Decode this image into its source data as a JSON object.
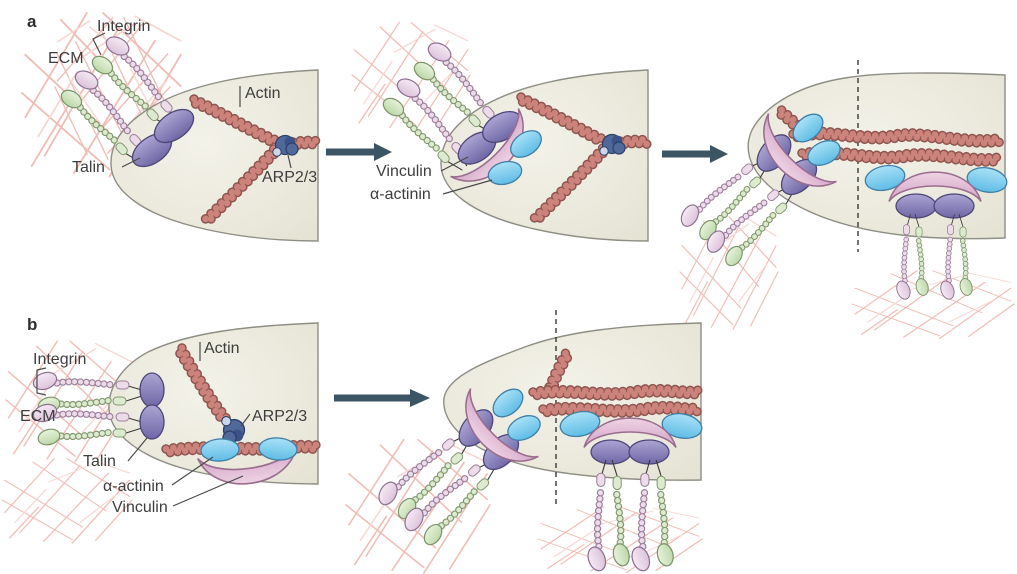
{
  "colors": {
    "background": "#ffffff",
    "cell_fill": "#ebe9dc",
    "cell_outline": "#8e8e85",
    "ecm_mesh_pink": "#eeb2a8",
    "actin_bead": "#cb837b",
    "actin_outline": "#8e544e",
    "integrin_alpha_pink": "#ecdcea",
    "integrin_beta_green": "#dcebcf",
    "talin_purple": "#8d86bd",
    "vinculin_pink": "#dcb3d0",
    "alpha_actinin_blue": "#8fd2ef",
    "arp23_blue": "#50689a",
    "arrow_slate": "#3c5564",
    "label_text": "#3e3e3e"
  },
  "panel_a": {
    "letter": "a",
    "stage1": {
      "integrin_label": "Integrin",
      "ecm_label": "ECM",
      "talin_label": "Talin",
      "actin_label": "Actin",
      "arp23_label": "ARP2/3"
    },
    "stage2": {
      "vinculin_label": "Vinculin",
      "alpha_actinin_label": "α-actinin"
    }
  },
  "panel_b": {
    "letter": "b",
    "labels": {
      "integrin": "Integrin",
      "ecm": "ECM",
      "talin": "Talin",
      "actin": "Actin",
      "arp23": "ARP2/3",
      "alpha_actinin": "α-actinin",
      "vinculin": "Vinculin"
    }
  }
}
